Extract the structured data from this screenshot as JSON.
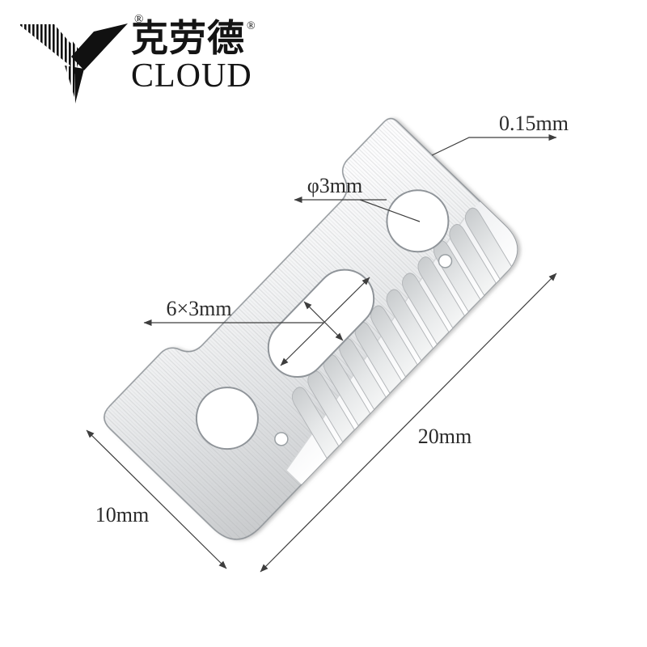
{
  "brand": {
    "logo_mark": "®",
    "name_chinese": "克劳德",
    "name_chinese_mark": "®",
    "name_english": "CLOUD"
  },
  "dimension_labels": {
    "thickness": "0.15mm",
    "hole_diameter": "φ3mm",
    "slot": "6×3mm",
    "length": "20mm",
    "width": "10mm"
  },
  "colors": {
    "background": "#ffffff",
    "dimension_lines": "#3d3d3d",
    "label_text": "#2b2b2b",
    "logo": "#111111",
    "metal_light": "#fcfcfd",
    "metal_dark": "#c8cacc",
    "blade_outline": "#90959a"
  }
}
